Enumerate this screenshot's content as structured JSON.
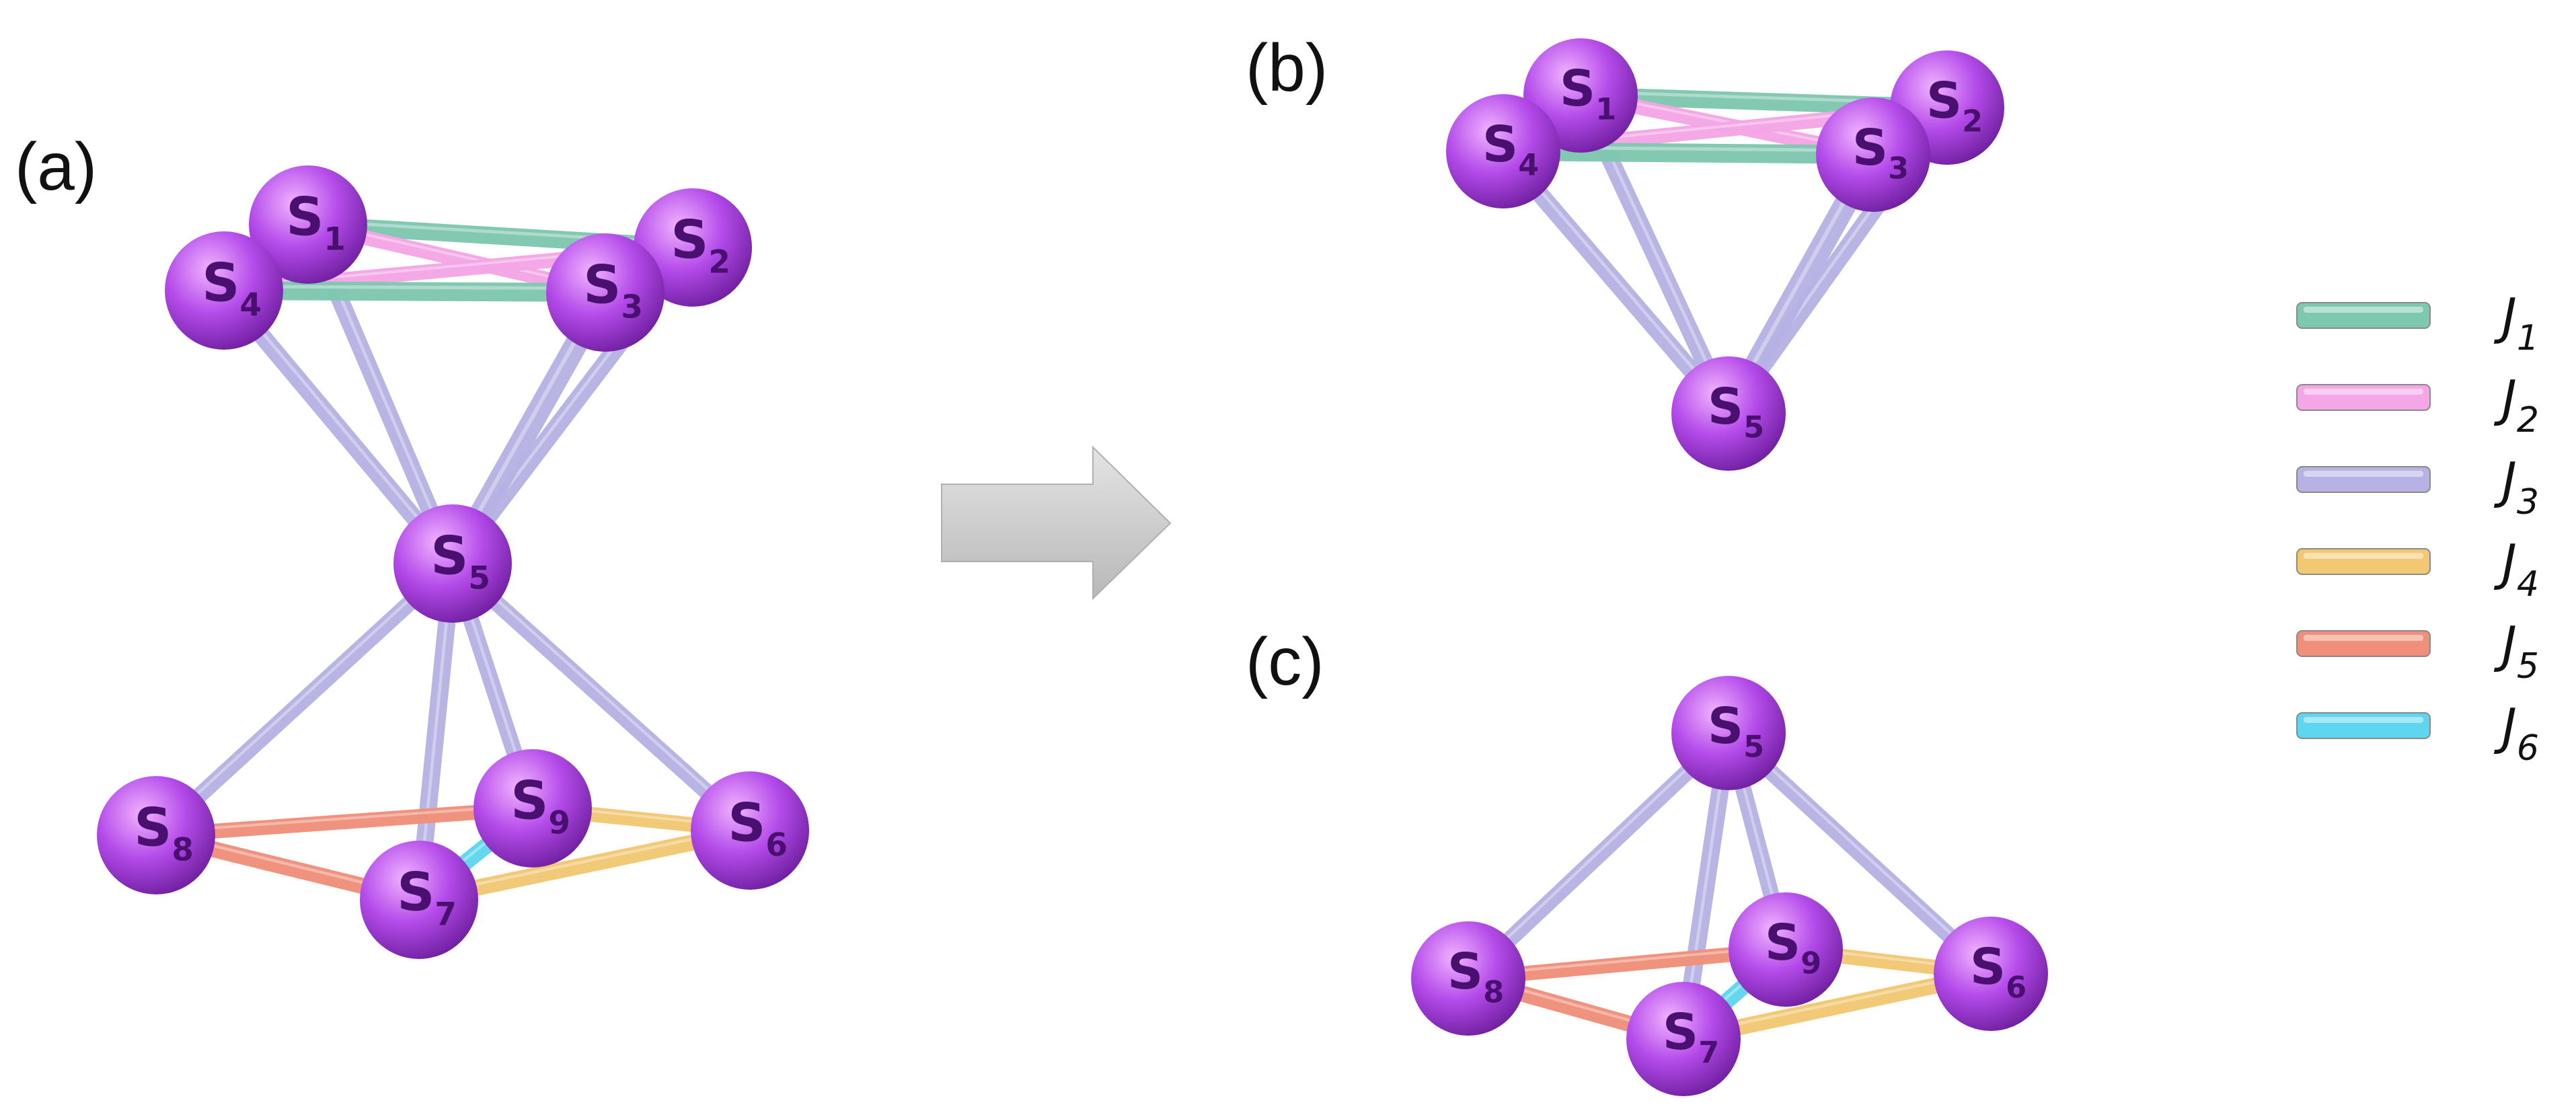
{
  "panels": {
    "a": {
      "label": "(a)"
    },
    "b": {
      "label": "(b)"
    },
    "c": {
      "label": "(c)"
    }
  },
  "atoms": {
    "s1": {
      "letter": "S",
      "index": "1"
    },
    "s2": {
      "letter": "S",
      "index": "2"
    },
    "s3": {
      "letter": "S",
      "index": "3"
    },
    "s4": {
      "letter": "S",
      "index": "4"
    },
    "s5": {
      "letter": "S",
      "index": "5"
    },
    "s6": {
      "letter": "S",
      "index": "6"
    },
    "s7": {
      "letter": "S",
      "index": "7"
    },
    "s8": {
      "letter": "S",
      "index": "8"
    },
    "s9": {
      "letter": "S",
      "index": "9"
    }
  },
  "legend": [
    {
      "letter": "J",
      "index": "1",
      "color": "#7fc8b0"
    },
    {
      "letter": "J",
      "index": "2",
      "color": "#f4a6e6"
    },
    {
      "letter": "J",
      "index": "3",
      "color": "#b6b2e4"
    },
    {
      "letter": "J",
      "index": "4",
      "color": "#f2c873"
    },
    {
      "letter": "J",
      "index": "5",
      "color": "#f0907a"
    },
    {
      "letter": "J",
      "index": "6",
      "color": "#5fd6ef"
    }
  ],
  "colors": {
    "atom_light": "#f1b3ff",
    "atom_mid": "#b44bea",
    "atom_dark": "#6a1b9a",
    "arrow": "#c8c8c8"
  }
}
